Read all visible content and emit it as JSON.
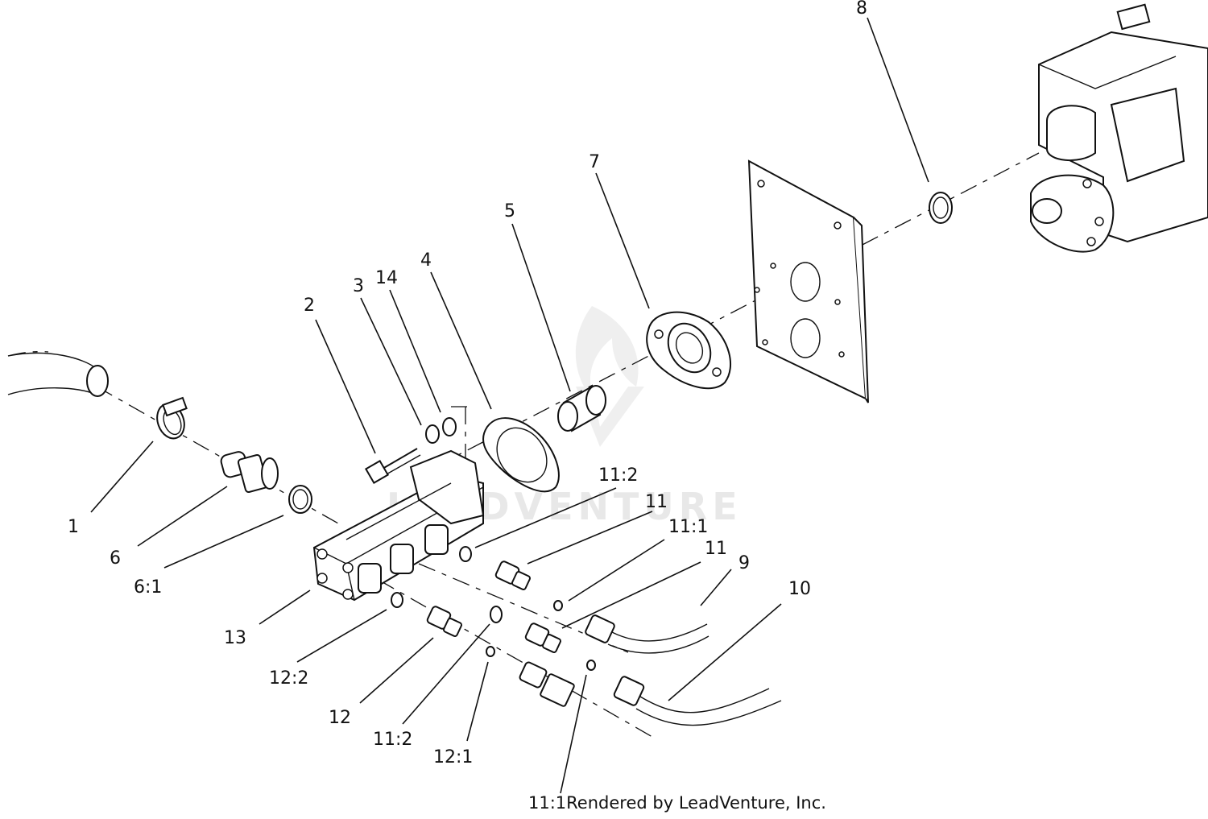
{
  "watermark": {
    "text": "LEADVENTURE"
  },
  "credit": "11:1Rendered by LeadVenture, Inc.",
  "callouts": [
    {
      "id": "c1",
      "label": "1"
    },
    {
      "id": "c6",
      "label": "6"
    },
    {
      "id": "c61",
      "label": "6:1"
    },
    {
      "id": "c13",
      "label": "13"
    },
    {
      "id": "c122",
      "label": "12:2"
    },
    {
      "id": "c12",
      "label": "12"
    },
    {
      "id": "c112b",
      "label": "11:2"
    },
    {
      "id": "c121",
      "label": "12:1"
    },
    {
      "id": "c2",
      "label": "2"
    },
    {
      "id": "c3",
      "label": "3"
    },
    {
      "id": "c14",
      "label": "14"
    },
    {
      "id": "c4",
      "label": "4"
    },
    {
      "id": "c5",
      "label": "5"
    },
    {
      "id": "c7",
      "label": "7"
    },
    {
      "id": "c8",
      "label": "8"
    },
    {
      "id": "c112a",
      "label": "11:2"
    },
    {
      "id": "c11a",
      "label": "11"
    },
    {
      "id": "c111",
      "label": "11:1"
    },
    {
      "id": "c11b",
      "label": "11"
    },
    {
      "id": "c9",
      "label": "9"
    },
    {
      "id": "c10",
      "label": "10"
    }
  ]
}
